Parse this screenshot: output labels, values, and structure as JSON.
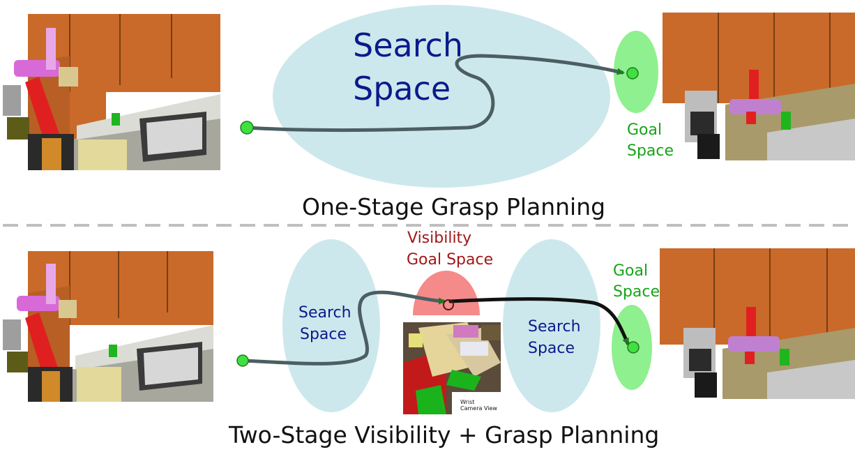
{
  "top": {
    "search_space_line1": "Search",
    "search_space_line2": "Space",
    "goal_space_line1": "Goal",
    "goal_space_line2": "Space",
    "title": "One-Stage Grasp Planning"
  },
  "bottom": {
    "search_space_left_line1": "Search",
    "search_space_left_line2": "Space",
    "visibility_goal_line1": "Visibility",
    "visibility_goal_line2": "Goal Space",
    "search_space_right_line1": "Search",
    "search_space_right_line2": "Space",
    "goal_space_line1": "Goal",
    "goal_space_line2": "Space",
    "wrist_camera_line1": "Wrist",
    "wrist_camera_line2": "Camera View",
    "title": "Two-Stage Visibility + Grasp Planning"
  },
  "colors": {
    "search_space_fill": "#cde8ec",
    "goal_space_fill": "#8ef08e",
    "visibility_goal_fill": "#f58a8a",
    "trajectory": "#4b5f63",
    "label_navy": "#0a1a8c",
    "label_green": "#17a317",
    "label_red": "#a11818",
    "cabinet_wood": "#c96a2a",
    "robot_red": "#e02020"
  }
}
